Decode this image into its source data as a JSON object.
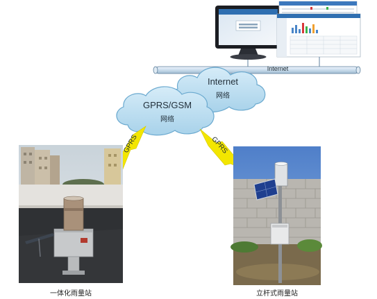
{
  "network": {
    "internet_bar_label": "Internet",
    "cloud_internet": {
      "title": "Internet",
      "subtitle": "网络"
    },
    "cloud_gprs": {
      "title": "GPRS/GSM",
      "subtitle": "网络"
    },
    "link_left_label": "GPRS",
    "link_right_label": "GPRS"
  },
  "stations": {
    "left_caption": "一体化雨量站",
    "right_caption": "立杆式雨量站"
  },
  "colors": {
    "cloud_fill": "#b9dcef",
    "cloud_stroke": "#6aa9cf",
    "bolt": "#f3e600",
    "pipe": "#cfe3f3",
    "pipe_stroke": "#5c7f9c"
  }
}
